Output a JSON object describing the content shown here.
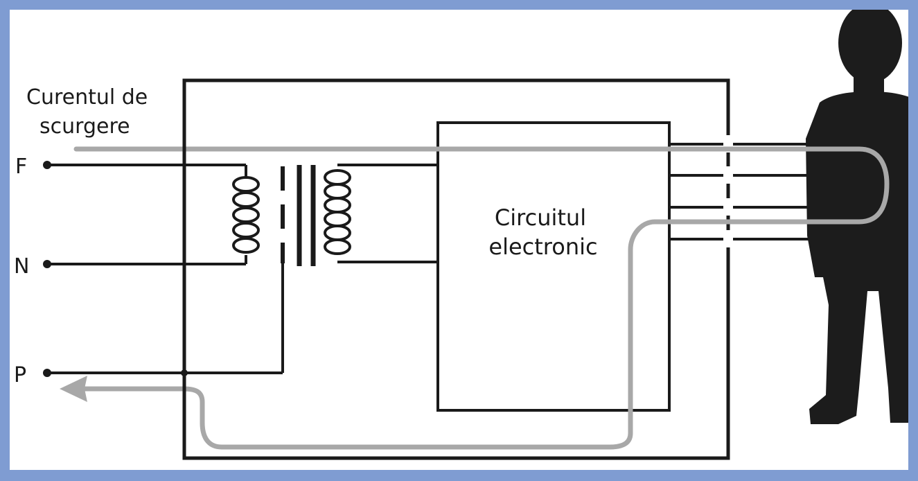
{
  "diagram": {
    "leak_label_line1": "Curentul de",
    "leak_label_line2": "scurgere",
    "terminal_f": "F",
    "terminal_n": "N",
    "terminal_p": "P",
    "circuit_label_line1": "Circuitul",
    "circuit_label_line2": "electronic"
  },
  "colors": {
    "frame": "#7f9cd2",
    "wire": "#1a1a1a",
    "leakage_path": "#a8a8a8",
    "person": "#1c1c1c"
  }
}
